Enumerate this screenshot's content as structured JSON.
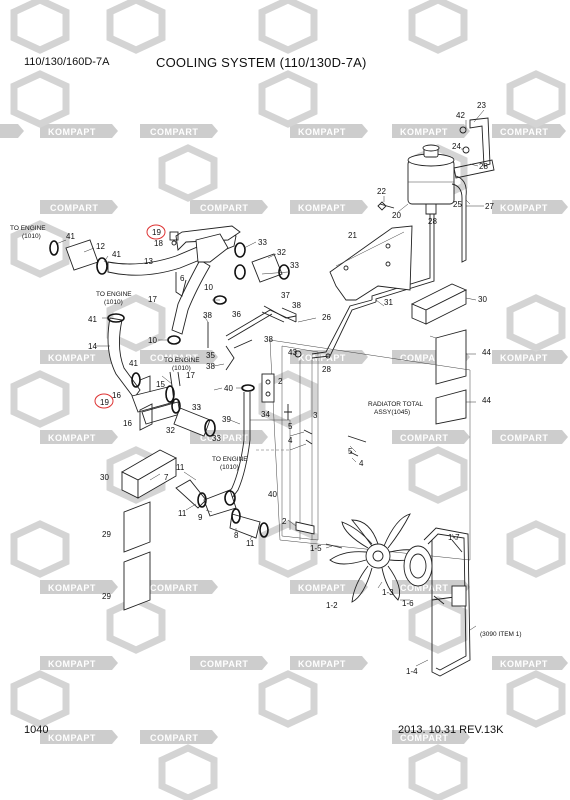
{
  "header": {
    "model": "110/130/160D-7A",
    "title": "COOLING SYSTEM (110/130D-7A)"
  },
  "footer": {
    "page_number": "1040",
    "date_rev": "2013. 10.31  REV.13K"
  },
  "watermarks": {
    "brand_a": "KOMPAPT",
    "brand_b": "COMPART"
  },
  "notes": {
    "to_engine": "TO ENGINE",
    "ref_1010": "(1010)",
    "radiator_l1": "RADIATOR TOTAL",
    "radiator_l2": "ASSY(1045)",
    "ref_3090": "(3090 ITEM 1)"
  },
  "callouts": {
    "c1": "23",
    "c2": "42",
    "c3": "24",
    "c4": "28",
    "c5": "22",
    "c6": "20",
    "c7": "25",
    "c8": "27",
    "c9": "21",
    "c10": "28",
    "c11": "31",
    "c12": "30",
    "c13": "19",
    "c14": "18",
    "c15": "41",
    "c16": "12",
    "c17": "41",
    "c18": "13",
    "c19": "6",
    "c20": "17",
    "c21": "33",
    "c22": "32",
    "c23": "33",
    "c24": "10",
    "c25": "37",
    "c26": "38",
    "c27": "26",
    "c28": "41",
    "c29": "14",
    "c30": "10",
    "c31": "36",
    "c32": "38",
    "c33": "38",
    "c34": "43",
    "c35": "35",
    "c36": "28",
    "c37": "38",
    "c38": "44",
    "c39": "41",
    "c40": "15",
    "c41": "17",
    "c42": "40",
    "c43": "2",
    "c44": "44",
    "c45": "19",
    "c46": "16",
    "c47": "33",
    "c48": "16",
    "c49": "32",
    "c50": "39",
    "c51": "34",
    "c52": "5",
    "c53": "4",
    "c54": "3",
    "c55": "5",
    "c56": "4",
    "c57": "33",
    "c58": "30",
    "c59": "7",
    "c60": "11",
    "c61": "11",
    "c62": "40",
    "c63": "9",
    "c64": "8",
    "c65": "11",
    "c66": "2",
    "c67": "29",
    "c68": "1-5",
    "c69": "1-7",
    "c70": "29",
    "c71": "1-3",
    "c72": "1-6",
    "c73": "1-2",
    "c74": "1-4"
  }
}
